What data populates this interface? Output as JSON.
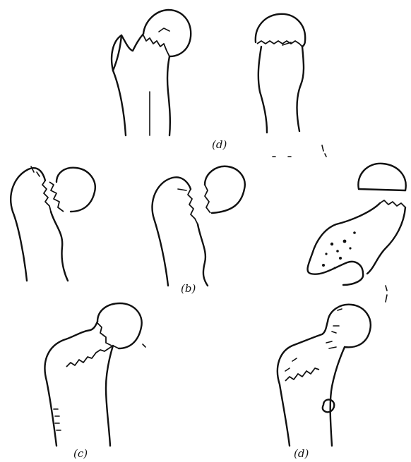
{
  "captions": {
    "a": "(d)",
    "b": "(b)",
    "c": "(c)",
    "d": "(d)"
  }
}
